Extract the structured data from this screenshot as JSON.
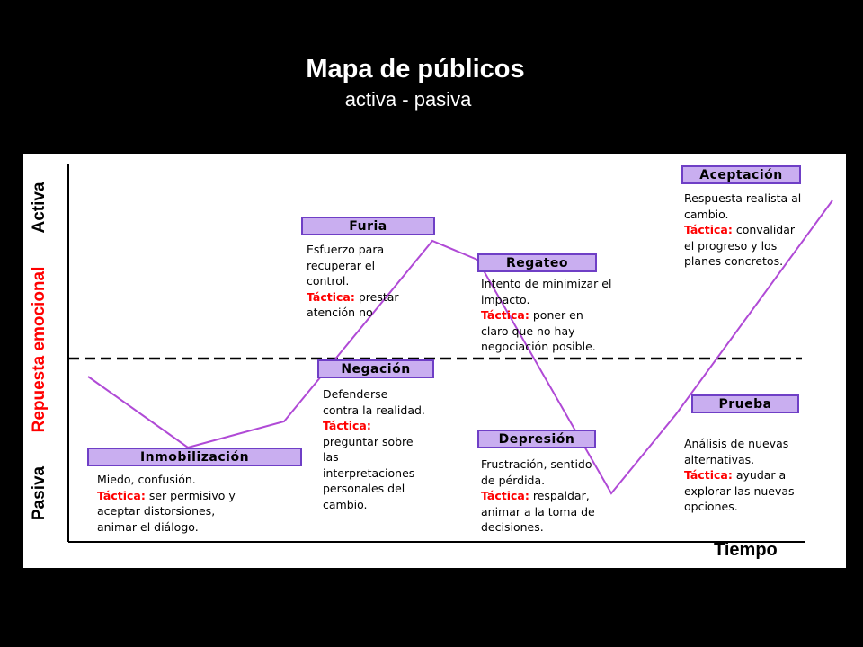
{
  "header": {
    "title": "Mapa de públicos",
    "subtitle": "activa - pasiva"
  },
  "axes": {
    "y_label": "Repuesta emocional",
    "y_top": "Activa",
    "y_bottom": "Pasiva",
    "x_label": "Tiempo"
  },
  "tactic_label": "Táctica:",
  "stages": [
    {
      "name": "Inmobilización",
      "text_lines": [
        "Miedo, confusión."
      ],
      "tactic_first": "ser permisivo y",
      "tactic_lines": [
        "aceptar distorsiones,",
        "animar el diálogo."
      ]
    },
    {
      "name": "Negación",
      "text_lines": [
        "Defenderse",
        "contra la realidad."
      ],
      "tactic_first": "",
      "tactic_lines": [
        "preguntar sobre",
        "las",
        "interpretaciones",
        "personales del",
        "cambio."
      ]
    },
    {
      "name": "Furia",
      "text_lines": [
        "Esfuerzo para",
        "recuperar el",
        "control."
      ],
      "tactic_first": "prestar",
      "tactic_lines": [
        "atención no"
      ]
    },
    {
      "name": "Regateo",
      "text_lines": [
        "Intento de minimizar el",
        "impacto."
      ],
      "tactic_first": "poner en",
      "tactic_lines": [
        "claro que no hay",
        "negociación posible."
      ]
    },
    {
      "name": "Depresión",
      "text_lines": [
        "Frustración, sentido",
        "de pérdida."
      ],
      "tactic_first": "respaldar,",
      "tactic_lines": [
        "animar a la toma de",
        "decisiones."
      ]
    },
    {
      "name": "Prueba",
      "text_lines": [
        "Análisis de nuevas",
        "alternativas."
      ],
      "tactic_first": "ayudar a",
      "tactic_lines": [
        "explorar las nuevas",
        "opciones."
      ]
    },
    {
      "name": "Aceptación",
      "text_lines": [
        "Respuesta realista al",
        "cambio."
      ],
      "tactic_first": "convalidar",
      "tactic_lines": [
        "el progreso y los",
        "planes concretos."
      ]
    }
  ],
  "colors": {
    "curve": "#b04ad6",
    "box_fill": "#c9aef0",
    "box_border": "#6f3fc6",
    "tactic": "#ff0000",
    "axis_label_red": "#ff0000"
  }
}
